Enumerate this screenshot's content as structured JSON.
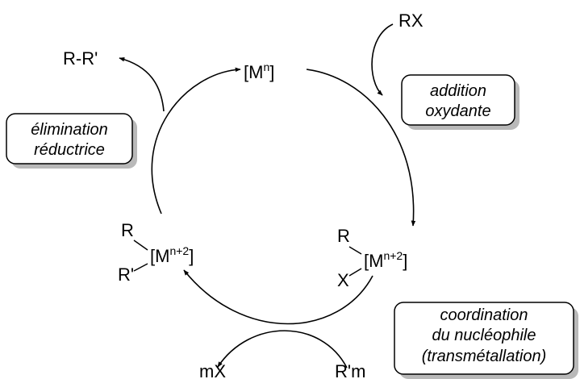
{
  "nodes": {
    "catalyst": {
      "open": "[M",
      "sup": "n",
      "close": "]"
    },
    "oxidative_complex": {
      "r": "R",
      "x": "X",
      "open": "[M",
      "sup": "n+2",
      "close": "]"
    },
    "transmetal_complex": {
      "r": "R",
      "r_prime": "R'",
      "open": "[M",
      "sup": "n+2",
      "close": "]"
    }
  },
  "reagents": {
    "rx": "RX",
    "product": "R-R'",
    "r_prime_m": "R'm",
    "mx": "mX"
  },
  "steps": {
    "oxidative_addition": [
      "addition",
      "oxydante"
    ],
    "reductive_elimination": [
      "élimination",
      "réductrice"
    ],
    "transmetalation": [
      "coordination",
      "du nucléophile",
      "(transmétallation)"
    ]
  }
}
